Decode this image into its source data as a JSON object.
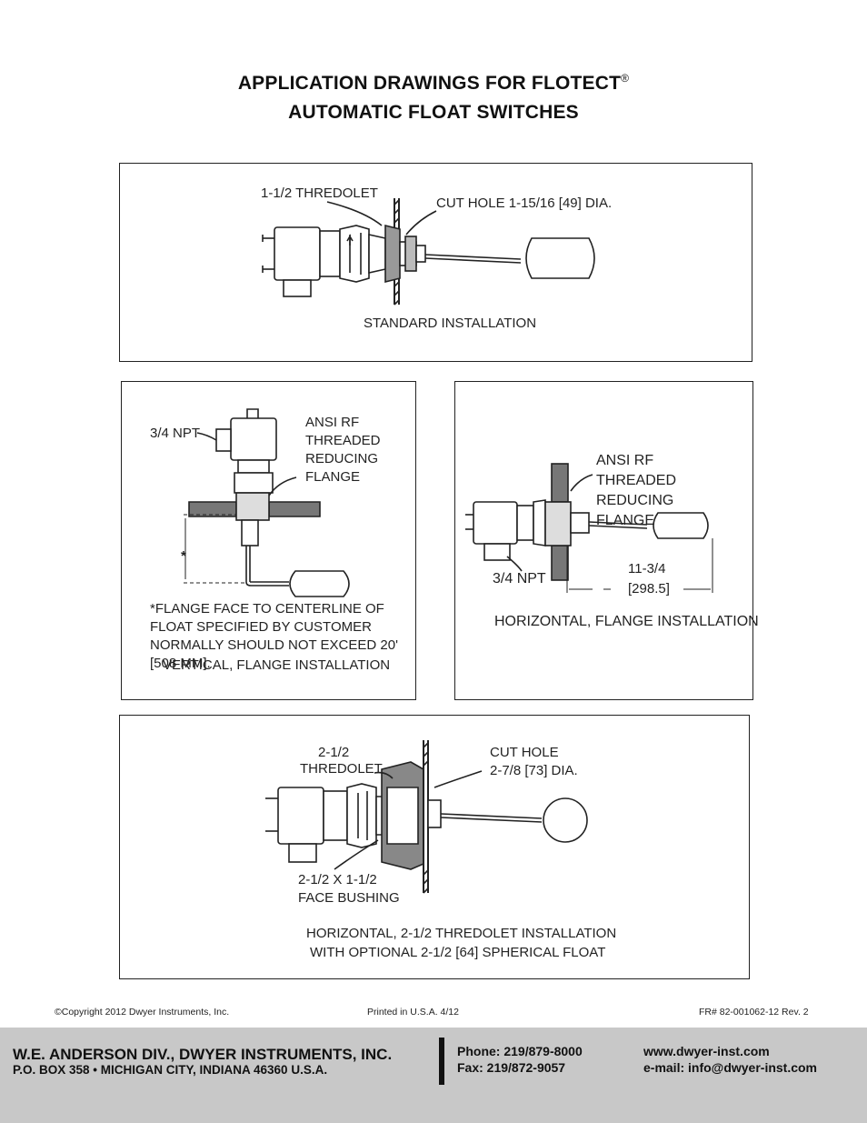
{
  "header": {
    "title_line1": "APPLICATION DRAWINGS FOR FLOTECT",
    "registered_mark": "®",
    "title_line2": "AUTOMATIC FLOAT SWITCHES"
  },
  "standard_installation": {
    "label_thredolet": "1-1/2 THREDOLET",
    "label_cut_hole": "CUT HOLE 1-15/16 [49] DIA.",
    "caption": "STANDARD INSTALLATION"
  },
  "vertical_installation": {
    "label_npt": "3/4 NPT",
    "label_flange": "ANSI RF THREADED REDUCING FLANGE",
    "asterisk": "*",
    "note": "*FLANGE FACE TO CENTERLINE OF FLOAT SPECIFIED BY CUSTOMER NORMALLY SHOULD NOT EXCEED 20' [508 MM].",
    "caption": "VERTICAL, FLANGE INSTALLATION"
  },
  "horizontal_flange_installation": {
    "label_flange": "ANSI RF THREADED REDUCING FLANGE",
    "label_npt": "3/4 NPT",
    "dimension_in": "11-3/4",
    "dimension_mm": "[298.5]",
    "caption": "HORIZONTAL, FLANGE INSTALLATION"
  },
  "thredolet_installation": {
    "label_thredolet_size": "2-1/2",
    "label_thredolet": "THREDOLET",
    "label_cut_hole_1": "CUT HOLE",
    "label_cut_hole_2": "2-7/8 [73] DIA.",
    "label_bushing_1": "2-1/2 X 1-1/2",
    "label_bushing_2": "FACE BUSHING",
    "caption_1": "HORIZONTAL, 2-1/2 THREDOLET INSTALLATION",
    "caption_2": "WITH OPTIONAL 2-1/2 [64] SPHERICAL FLOAT"
  },
  "fine_print": {
    "copyright": "©Copyright 2012 Dwyer Instruments, Inc.",
    "printed": "Printed in U.S.A. 4/12",
    "form_number": "FR# 82-001062-12 Rev. 2"
  },
  "footer": {
    "company": "W.E. ANDERSON DIV., DWYER INSTRUMENTS, INC.",
    "address": "P.O. BOX 358 • MICHIGAN CITY, INDIANA 46360 U.S.A.",
    "phone": "Phone: 219/879-8000",
    "fax": "Fax: 219/872-9057",
    "website": "www.dwyer-inst.com",
    "email": "e-mail: info@dwyer-inst.com"
  },
  "colors": {
    "footer_background": "#c8c8c8",
    "ink": "#111111"
  }
}
